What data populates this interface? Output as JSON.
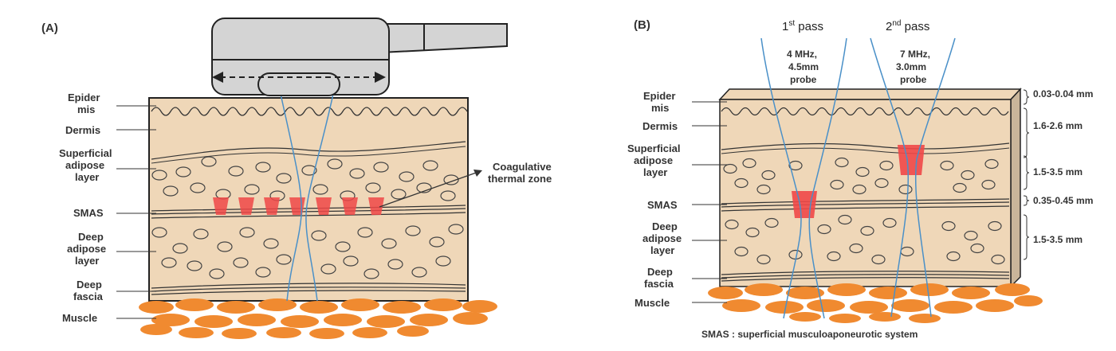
{
  "panel_a": {
    "label": "(A)",
    "layers": [
      "Epider",
      "mis",
      "Dermis",
      "Superficial",
      "adipose",
      "layer",
      "SMAS",
      "Deep",
      "adipose",
      "layer",
      "Deep",
      "fascia",
      "Muscle"
    ],
    "callout": [
      "Coagulative",
      "thermal zone"
    ]
  },
  "panel_b": {
    "label": "(B)",
    "pass1": {
      "text": "1",
      "sup": "st",
      "suffix": " pass",
      "probe": [
        "4 MHz,",
        "4.5mm",
        "probe"
      ]
    },
    "pass2": {
      "text": "2",
      "sup": "nd",
      "suffix": " pass",
      "probe": [
        "7 MHz,",
        "3.0mm",
        "probe"
      ]
    },
    "layers": [
      "Epider",
      "mis",
      "Dermis",
      "Superficial",
      "adipose",
      "layer",
      "SMAS",
      "Deep",
      "adipose",
      "layer",
      "Deep",
      "fascia",
      "Muscle"
    ],
    "measurements": [
      "0.03-0.04 mm",
      "1.6-2.6 mm",
      "1.5-3.5 mm",
      "0.35-0.45 mm",
      "1.5-3.5 mm"
    ],
    "footnote": "SMAS : superficial musculoaponeurotic system"
  },
  "colors": {
    "skin": "#efd7b8",
    "skin_side": "#c9b59a",
    "muscle": "#f08a30",
    "thermal": "#f04848",
    "beam": "#4a90c8",
    "probe_body": "#d4d4d4"
  }
}
